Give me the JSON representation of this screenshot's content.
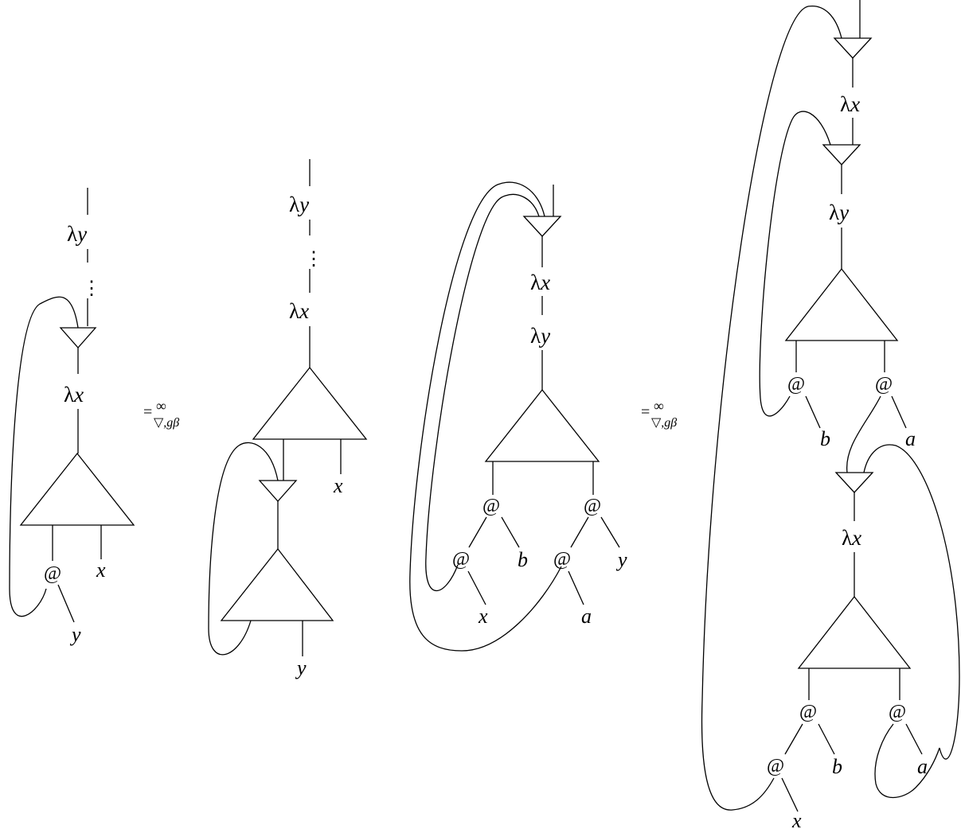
{
  "symbols": {
    "lambda": "λ",
    "app": "@",
    "vdots": "⋮"
  },
  "vars": {
    "x": "x",
    "y": "y",
    "a": "a",
    "b": "b"
  },
  "equivalence": {
    "eq": "=",
    "sup": "∞",
    "sub": "▽,gβ"
  }
}
